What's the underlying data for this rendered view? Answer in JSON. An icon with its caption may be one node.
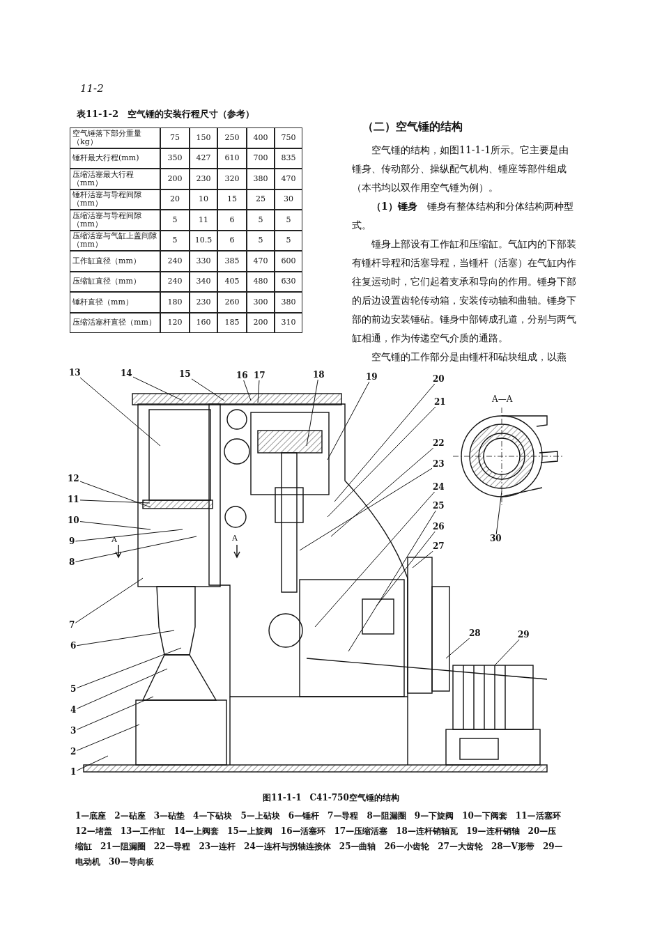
{
  "diagram": {
    "caption": "图11-1-1　C41-750空气锤的结构",
    "nodes": [
      {
        "text": [
          "1"
        ]
      },
      {
        "text": [
          "2"
        ]
      },
      {
        "text": [
          "3"
        ]
      },
      {
        "text": [
          "4"
        ]
      },
      {
        "text": [
          "5"
        ]
      },
      {
        "text": [
          "6"
        ]
      },
      {
        "text": [
          "7"
        ]
      },
      {
        "text": [
          "8"
        ]
      },
      {
        "text": [
          "9"
        ]
      },
      {
        "text": [
          "10"
        ]
      },
      {
        "text": [
          "11"
        ]
      },
      {
        "text": [
          "12"
        ]
      },
      {
        "text": [
          "13"
        ]
      },
      {
        "text": [
          "14"
        ]
      },
      {
        "text": [
          "15"
        ]
      },
      {
        "text": [
          "16"
        ]
      },
      {
        "text": [
          "17"
        ]
      },
      {
        "text": [
          "18"
        ]
      },
      {
        "text": [
          "19"
        ]
      },
      {
        "text": [
          "20"
        ]
      },
      {
        "text": [
          "21"
        ]
      },
      {
        "text": [
          "22"
        ]
      },
      {
        "text": [
          "23"
        ]
      },
      {
        "text": [
          "24"
        ]
      },
      {
        "text": [
          "25"
        ]
      },
      {
        "text": [
          "26"
        ]
      },
      {
        "text": [
          "27"
        ]
      },
      {
        "text": [
          "28"
        ]
      },
      {
        "text": [
          "29"
        ]
      },
      {
        "text": [
          "30"
        ]
      }
    ],
    "edges": [
      {
        "from": 0,
        "to": null,
        "arrow": "none"
      },
      {
        "from": 1,
        "to": null,
        "arrow": "none"
      },
      {
        "from": 2,
        "to": null,
        "arrow": "none"
      },
      {
        "from": 3,
        "to": null,
        "arrow": "none"
      },
      {
        "from": 4,
        "to": null,
        "arrow": "none"
      },
      {
        "from": 5,
        "to": null,
        "arrow": "none"
      },
      {
        "from": 6,
        "to": null,
        "arrow": "none"
      },
      {
        "from": 7,
        "to": null,
        "arrow": "none"
      },
      {
        "from": 8,
        "to": null,
        "arrow": "none"
      },
      {
        "from": 9,
        "to": null,
        "arrow": "none"
      },
      {
        "from": 10,
        "to": null,
        "arrow": "none"
      },
      {
        "from": 11,
        "to": null,
        "arrow": "none"
      },
      {
        "from": 12,
        "to": null,
        "arrow": "none"
      },
      {
        "from": 13,
        "to": null,
        "arrow": "none"
      },
      {
        "from": 14,
        "to": null,
        "arrow": "none"
      },
      {
        "from": 15,
        "to": null,
        "arrow": "none"
      },
      {
        "from": 16,
        "to": null,
        "arrow": "none"
      },
      {
        "from": 17,
        "to": null,
        "arrow": "none"
      },
      {
        "from": 18,
        "to": null,
        "arrow": "none"
      },
      {
        "from": 19,
        "to": null,
        "arrow": "none"
      },
      {
        "from": 20,
        "to": null,
        "arrow": "none"
      },
      {
        "from": 21,
        "to": null,
        "arrow": "none"
      },
      {
        "from": 22,
        "to": null,
        "arrow": "none"
      },
      {
        "from": 23,
        "to": null,
        "arrow": "none"
      },
      {
        "from": 24,
        "to": null,
        "arrow": "none"
      },
      {
        "from": 25,
        "to": null,
        "arrow": "none"
      },
      {
        "from": 26,
        "to": null,
        "arrow": "none"
      },
      {
        "from": 27,
        "to": null,
        "arrow": "none"
      },
      {
        "from": 28,
        "to": null,
        "arrow": "none"
      },
      {
        "from": 29,
        "to": null,
        "arrow": "none"
      }
    ],
    "labels": [
      "11-2",
      "表11-1-2　空气锤的安装行程尺寸（参考）",
      "空气锤落下部分重量（kg）",
      "75",
      "150",
      "250",
      "400",
      "750",
      "锤杆最大行程(mm)",
      "350",
      "427",
      "610",
      "700",
      "835",
      "压缩活塞最大行程（mm）",
      "200",
      "230",
      "320",
      "380",
      "470",
      "锤杆活塞与导程间隙（mm）",
      "20",
      "10",
      "15",
      "25",
      "30",
      "压缩活塞与导程间隙（mm）",
      "5",
      "11",
      "6",
      "5",
      "5",
      "压缩活塞与气缸上盖间隙（mm）",
      "5",
      "10.5",
      "6",
      "5",
      "5",
      "工作缸直径（mm）",
      "240",
      "330",
      "385",
      "470",
      "600",
      "压缩缸直径（mm）",
      "240",
      "340",
      "405",
      "480",
      "630",
      "锤杆直径（mm）",
      "180",
      "230",
      "260",
      "300",
      "380",
      "压缩活塞杆直径（mm）",
      "120",
      "160",
      "185",
      "200",
      "310",
      "（二）空气锤的结构",
      "空气锤的结构，如图11-1-1所示。它主要是由锤身、传动部分、操纵配气机构、锤座等部件组成（本书均以双作用空气锤为例）。",
      "**（1）锤身**　锤身有整体结构和分体结构两种型式。",
      "锤身上部设有工作缸和压缩缸。气缸内的下部装有锤杆导程和活塞导程，当锤杆（活塞）在气缸内作往复运动时，它们起着支承和导向的作用。锤身下部的后边设置齿轮传动箱，安装传动轴和曲轴。锤身下部的前边安装锤砧。锤身中部铸成孔道，分别与两气缸相通，作为传递空气介质的通路。",
      "空气锤的工作部分是由锤杆和砧块组成，以燕",
      "A—A",
      "A",
      "A",
      "1—底座　2—砧座　3—砧垫　4—下砧块　5—上砧块　6—锤杆　7—导程　8—阻漏圈　9—下旋阀　10—下阀套　11—活塞环　12—堵盖　13—工作缸　14—上阀套　15—上旋阀　16—活塞环　17—压缩活塞　18—连杆销轴瓦　19—连杆销轴　20—压缩缸　21—阻漏圈　22—导程　23—连杆　24—连杆与拐轴连接体　25—曲轴　26—小齿轮　27—大齿轮　28—V形带　29—电动机　30—导向板"
    ]
  }
}
